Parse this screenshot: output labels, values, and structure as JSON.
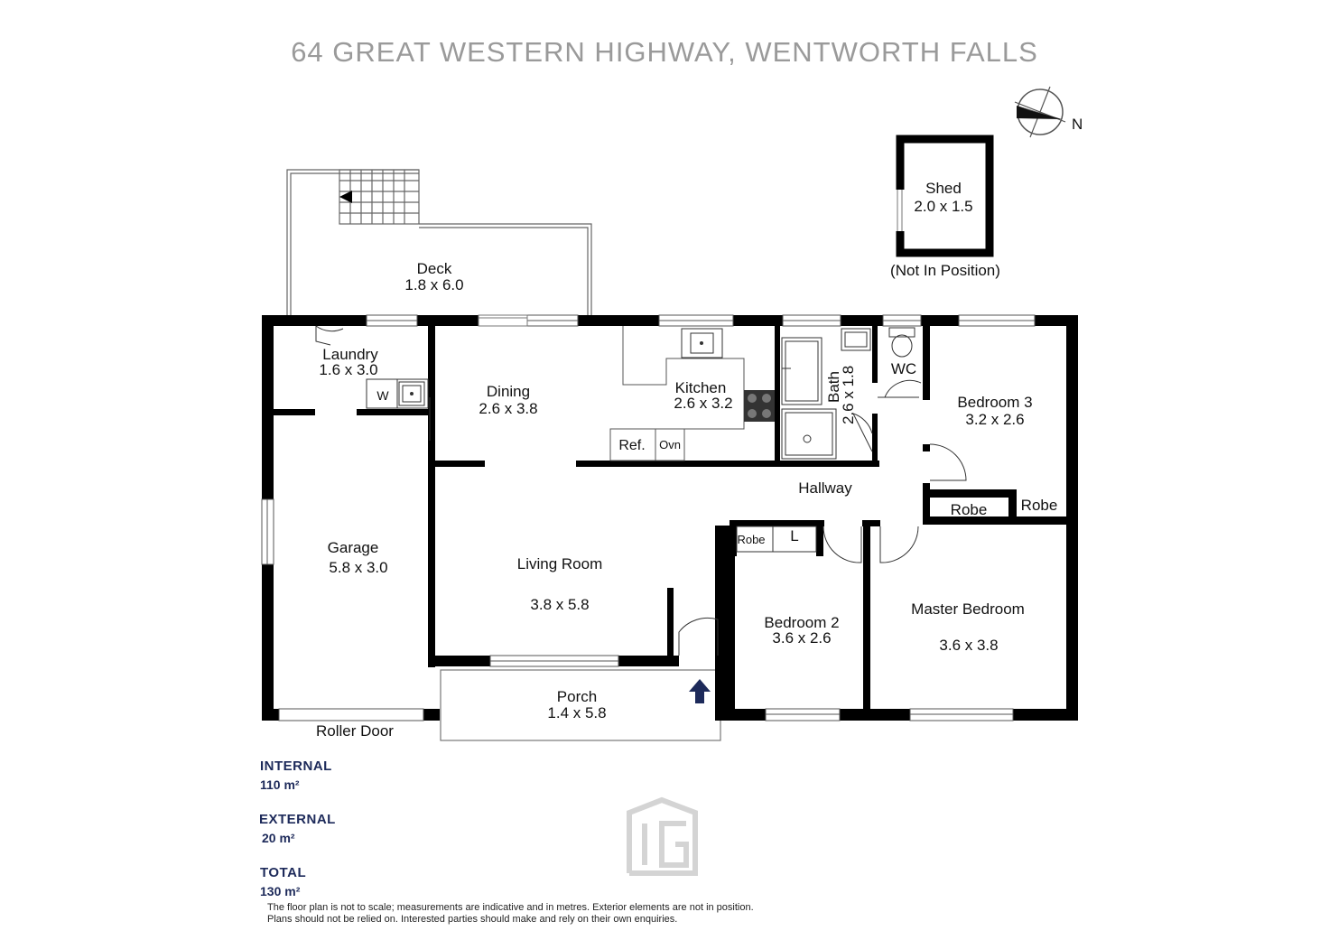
{
  "title": "64 GREAT WESTERN HIGHWAY, WENTWORTH FALLS",
  "compass": {
    "label": "N",
    "icon": "north-arrow-icon"
  },
  "rooms": {
    "deck": {
      "name": "Deck",
      "dims": "1.8 x 6.0"
    },
    "laundry": {
      "name": "Laundry",
      "dims": "1.6 x 3.0"
    },
    "dining": {
      "name": "Dining",
      "dims": "2.6 x 3.8"
    },
    "kitchen": {
      "name": "Kitchen",
      "dims": "2.6 x 3.2"
    },
    "bath": {
      "name": "Bath",
      "dims": "2.6 x 1.8"
    },
    "wc": {
      "name": "WC"
    },
    "bedroom3": {
      "name": "Bedroom 3",
      "dims": "3.2 x 2.6"
    },
    "garage": {
      "name": "Garage",
      "dims": "5.8 x 3.0"
    },
    "hallway": {
      "name": "Hallway"
    },
    "living": {
      "name": "Living Room",
      "dims": "3.8 x 5.8"
    },
    "bedroom2": {
      "name": "Bedroom 2",
      "dims": "3.6 x 2.6"
    },
    "master": {
      "name": "Master Bedroom",
      "dims": "3.6 x 3.8"
    },
    "porch": {
      "name": "Porch",
      "dims": "1.4 x 5.8"
    },
    "shed": {
      "name": "Shed",
      "dims": "2.0 x 1.5",
      "note": "(Not In Position)"
    }
  },
  "fixtures": {
    "washer": "W",
    "fridge": "Ref.",
    "oven": "Ovn",
    "robe_bed3": "Robe",
    "robe_master": "Robe",
    "robe_bed2": "Robe",
    "linen": "L",
    "roller_door": "Roller Door"
  },
  "areas": {
    "internal_label": "INTERNAL",
    "internal_value": "110 m²",
    "external_label": "EXTERNAL",
    "external_value": "20 m²",
    "total_label": "TOTAL",
    "total_value": "130 m²"
  },
  "disclaimer": {
    "line1": "The floor plan is not to scale; measurements are indicative and in metres. Exterior elements are not in position.",
    "line2": "Plans should not be relied on. Interested parties should make and rely on their own enquiries."
  },
  "colors": {
    "wall": "#000000",
    "accent": "#1d2a5a",
    "title": "#9a9a9a",
    "logo": "#d4d4d4"
  }
}
